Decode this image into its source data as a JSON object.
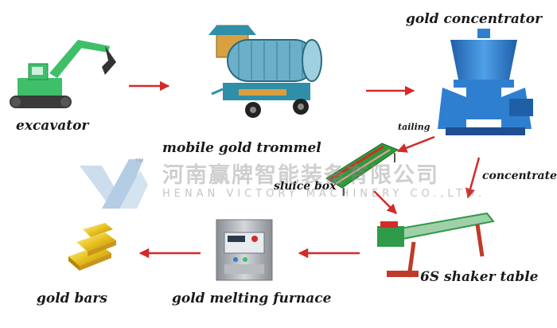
{
  "watermark": {
    "company_cn": "河南赢牌智能装备有限公司",
    "company_en": "HENAN VICTORY MACHINERY CO.,LTD.",
    "trademark": "TM"
  },
  "labels": {
    "excavator": "excavator",
    "trommel": "mobile gold trommel",
    "concentrator": "gold concentrator",
    "tailing": "tailing",
    "concentrate": "concentrate",
    "sluice_box": "sluice box",
    "shaker_table": "6S shaker table",
    "furnace": "gold melting furnace",
    "gold_bars": "gold bars"
  },
  "colors": {
    "arrow": "#d42a2a",
    "excavator": "#3fbf6a",
    "trommel_frame": "#2f8fa8",
    "concentrator": "#2f7fd0",
    "sluice": "#2f9a3a",
    "shaker": "#2f9a4a",
    "furnace": "#a8acb0",
    "gold": "#e8c21e"
  }
}
